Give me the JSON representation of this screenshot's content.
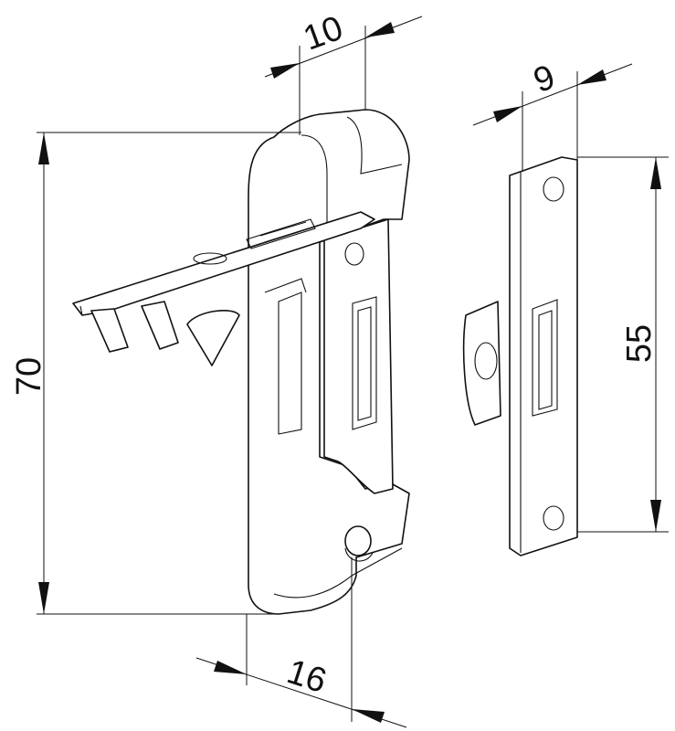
{
  "drawing": {
    "dimensions": {
      "clip_width_top": "10",
      "strike_width_top": "9",
      "clip_height": "70",
      "strike_height": "55",
      "clip_depth_bottom": "16"
    },
    "colors": {
      "line": "#111111",
      "background": "#ffffff"
    }
  }
}
